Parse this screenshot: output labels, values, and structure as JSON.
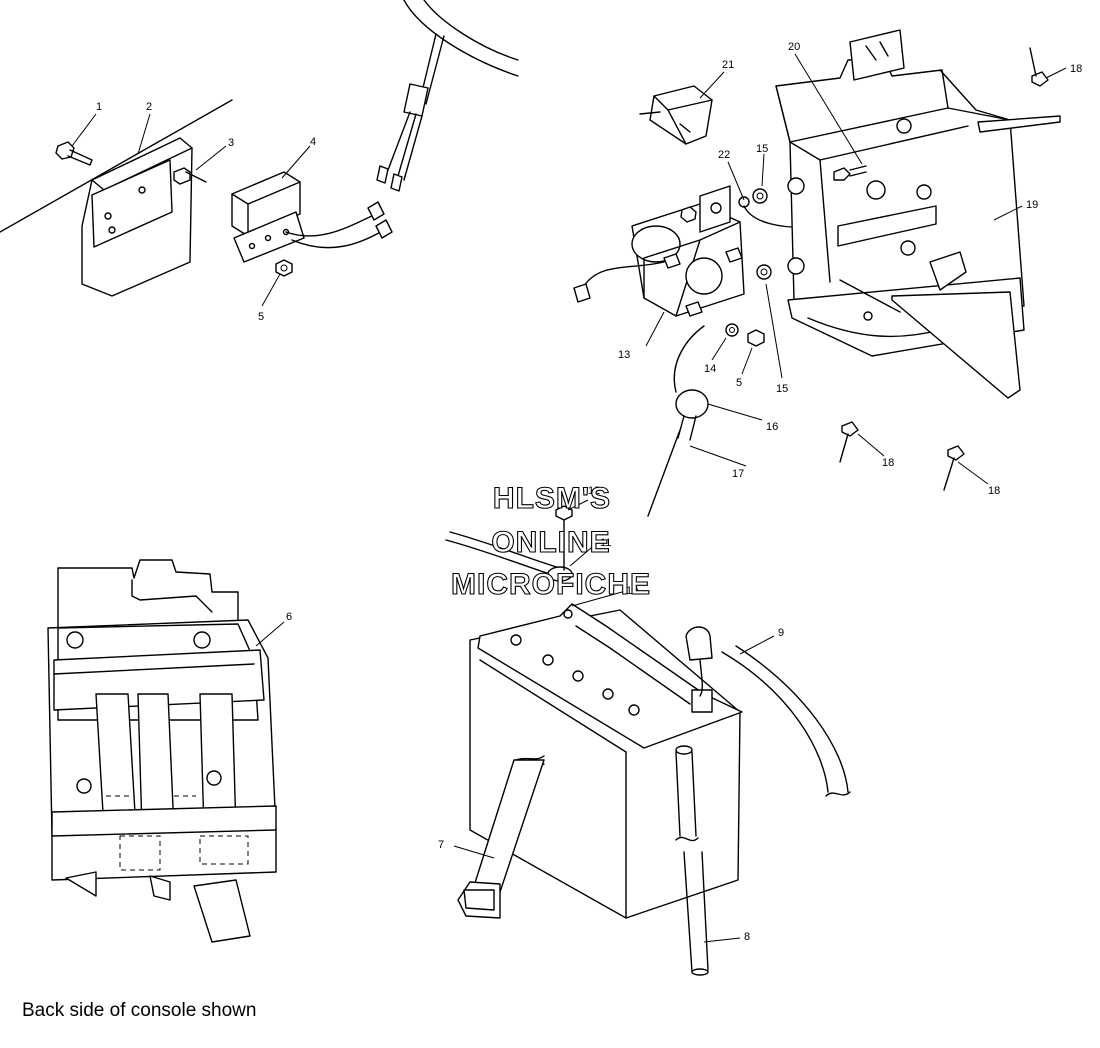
{
  "caption": "Back side of console shown",
  "watermark": [
    "HLSM'S",
    "ONLINE",
    "MICROFICHE"
  ],
  "callouts": {
    "c1": "1",
    "c2": "2",
    "c3": "3",
    "c4": "4",
    "c5a": "5",
    "c21": "21",
    "c20": "20",
    "c18a": "18",
    "c22": "22",
    "c15a": "15",
    "c19": "19",
    "c13": "13",
    "c14": "14",
    "c5b": "5",
    "c15b": "15",
    "c16": "16",
    "c17": "17",
    "c18b": "18",
    "c18c": "18",
    "c6": "6",
    "c9": "9",
    "c10": "10",
    "c11": "11",
    "c12": "12",
    "c7": "7",
    "c8": "8"
  }
}
